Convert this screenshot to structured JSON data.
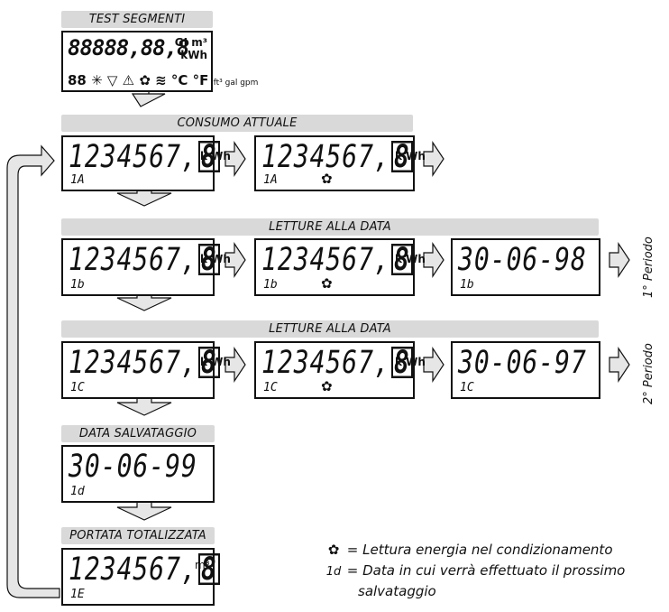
{
  "bands": {
    "test_segmenti": "TEST SEGMENTI",
    "consumo_attuale": "CONSUMO ATTUALE",
    "letture_1": "LETTURE ALLA DATA",
    "letture_2": "LETTURE ALLA DATA",
    "data_salvataggio": "DATA SALVATAGGIO",
    "portata_totalizzata": "PORTATA TOTALIZZATA"
  },
  "test_display": {
    "digits": "88888,88,8",
    "units_top": "GJ m³",
    "units_bottom": "kWh",
    "icons": "88 ✳ ▽ ⚠ ✿ ≋ °C °F",
    "units_small": "ft³ gal gpm"
  },
  "consumo": {
    "d1": {
      "digits": "1234567,",
      "last": "8",
      "unit": "k Wh",
      "code": "1A"
    },
    "d2": {
      "digits": "1234567,",
      "last": "8",
      "unit": "k Wh",
      "code": "1A",
      "icon": "✿"
    }
  },
  "letture1": {
    "d1": {
      "digits": "1234567,",
      "last": "8",
      "unit": "k Wh",
      "code": "1b"
    },
    "d2": {
      "digits": "1234567,",
      "last": "8",
      "unit": "k Wh",
      "code": "1b",
      "icon": "✿"
    },
    "d3": {
      "digits": "30-06-98",
      "code": "1b"
    },
    "periodo": "1° Periodo"
  },
  "letture2": {
    "d1": {
      "digits": "1234567,",
      "last": "8",
      "unit": "k Wh",
      "code": "1C"
    },
    "d2": {
      "digits": "1234567,",
      "last": "8",
      "unit": "k Wh",
      "code": "1C",
      "icon": "✿"
    },
    "d3": {
      "digits": "30-06-97",
      "code": "1C"
    },
    "periodo": "2° Periodo"
  },
  "salvataggio": {
    "digits": "30-06-99",
    "code": "1d"
  },
  "portata": {
    "digits": "1234567,",
    "last": "8",
    "unit": "m³",
    "code": "1E"
  },
  "legend": {
    "sym1": "✿",
    "text1": "= Lettura energia nel condizionamento",
    "sym2": "1d",
    "text2": "= Data in cui verrà effettuato il prossimo",
    "text3": "salvataggio"
  }
}
